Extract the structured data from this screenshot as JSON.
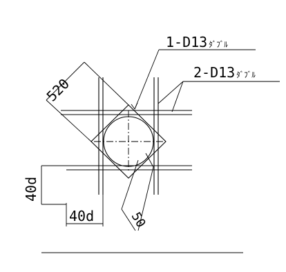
{
  "labels": {
    "top_bar": "1-D13",
    "top_bar_suffix": "ﾀﾞﾌﾞﾙ",
    "side_bars": "2-D13",
    "side_bars_suffix": "ﾀﾞﾌﾞﾙ",
    "diagonal_length": "520",
    "vertical_spacing": "40d",
    "horizontal_spacing": "40d",
    "cover": "50"
  }
}
